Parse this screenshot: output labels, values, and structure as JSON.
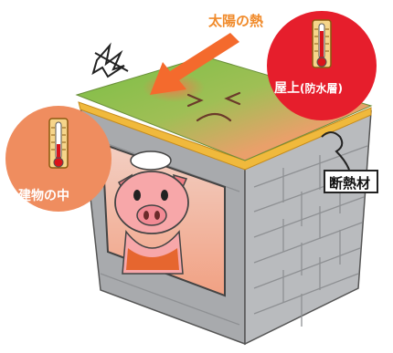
{
  "labels": {
    "sun_heat": "太陽の熱",
    "outdoor": "屋上",
    "outdoor_sub": "(防水層)",
    "indoor": "建物の中",
    "insulation": "断熱材"
  },
  "colors": {
    "roof_green": "#7dbf4a",
    "roof_orange": "#f2a06d",
    "insulation_yellow": "#f0b93c",
    "wall_gray": "#a7a9ac",
    "outdoor_bubble": "#e61e2c",
    "indoor_bubble": "#ef8d5f",
    "sun_label": "#f08a2a",
    "pig_pink": "#f7a7a9"
  },
  "icons": [
    "thermometer-icon",
    "sun-heat-arrow-icon",
    "squiggle-icon",
    "hot-face-icon",
    "pig-icon"
  ]
}
